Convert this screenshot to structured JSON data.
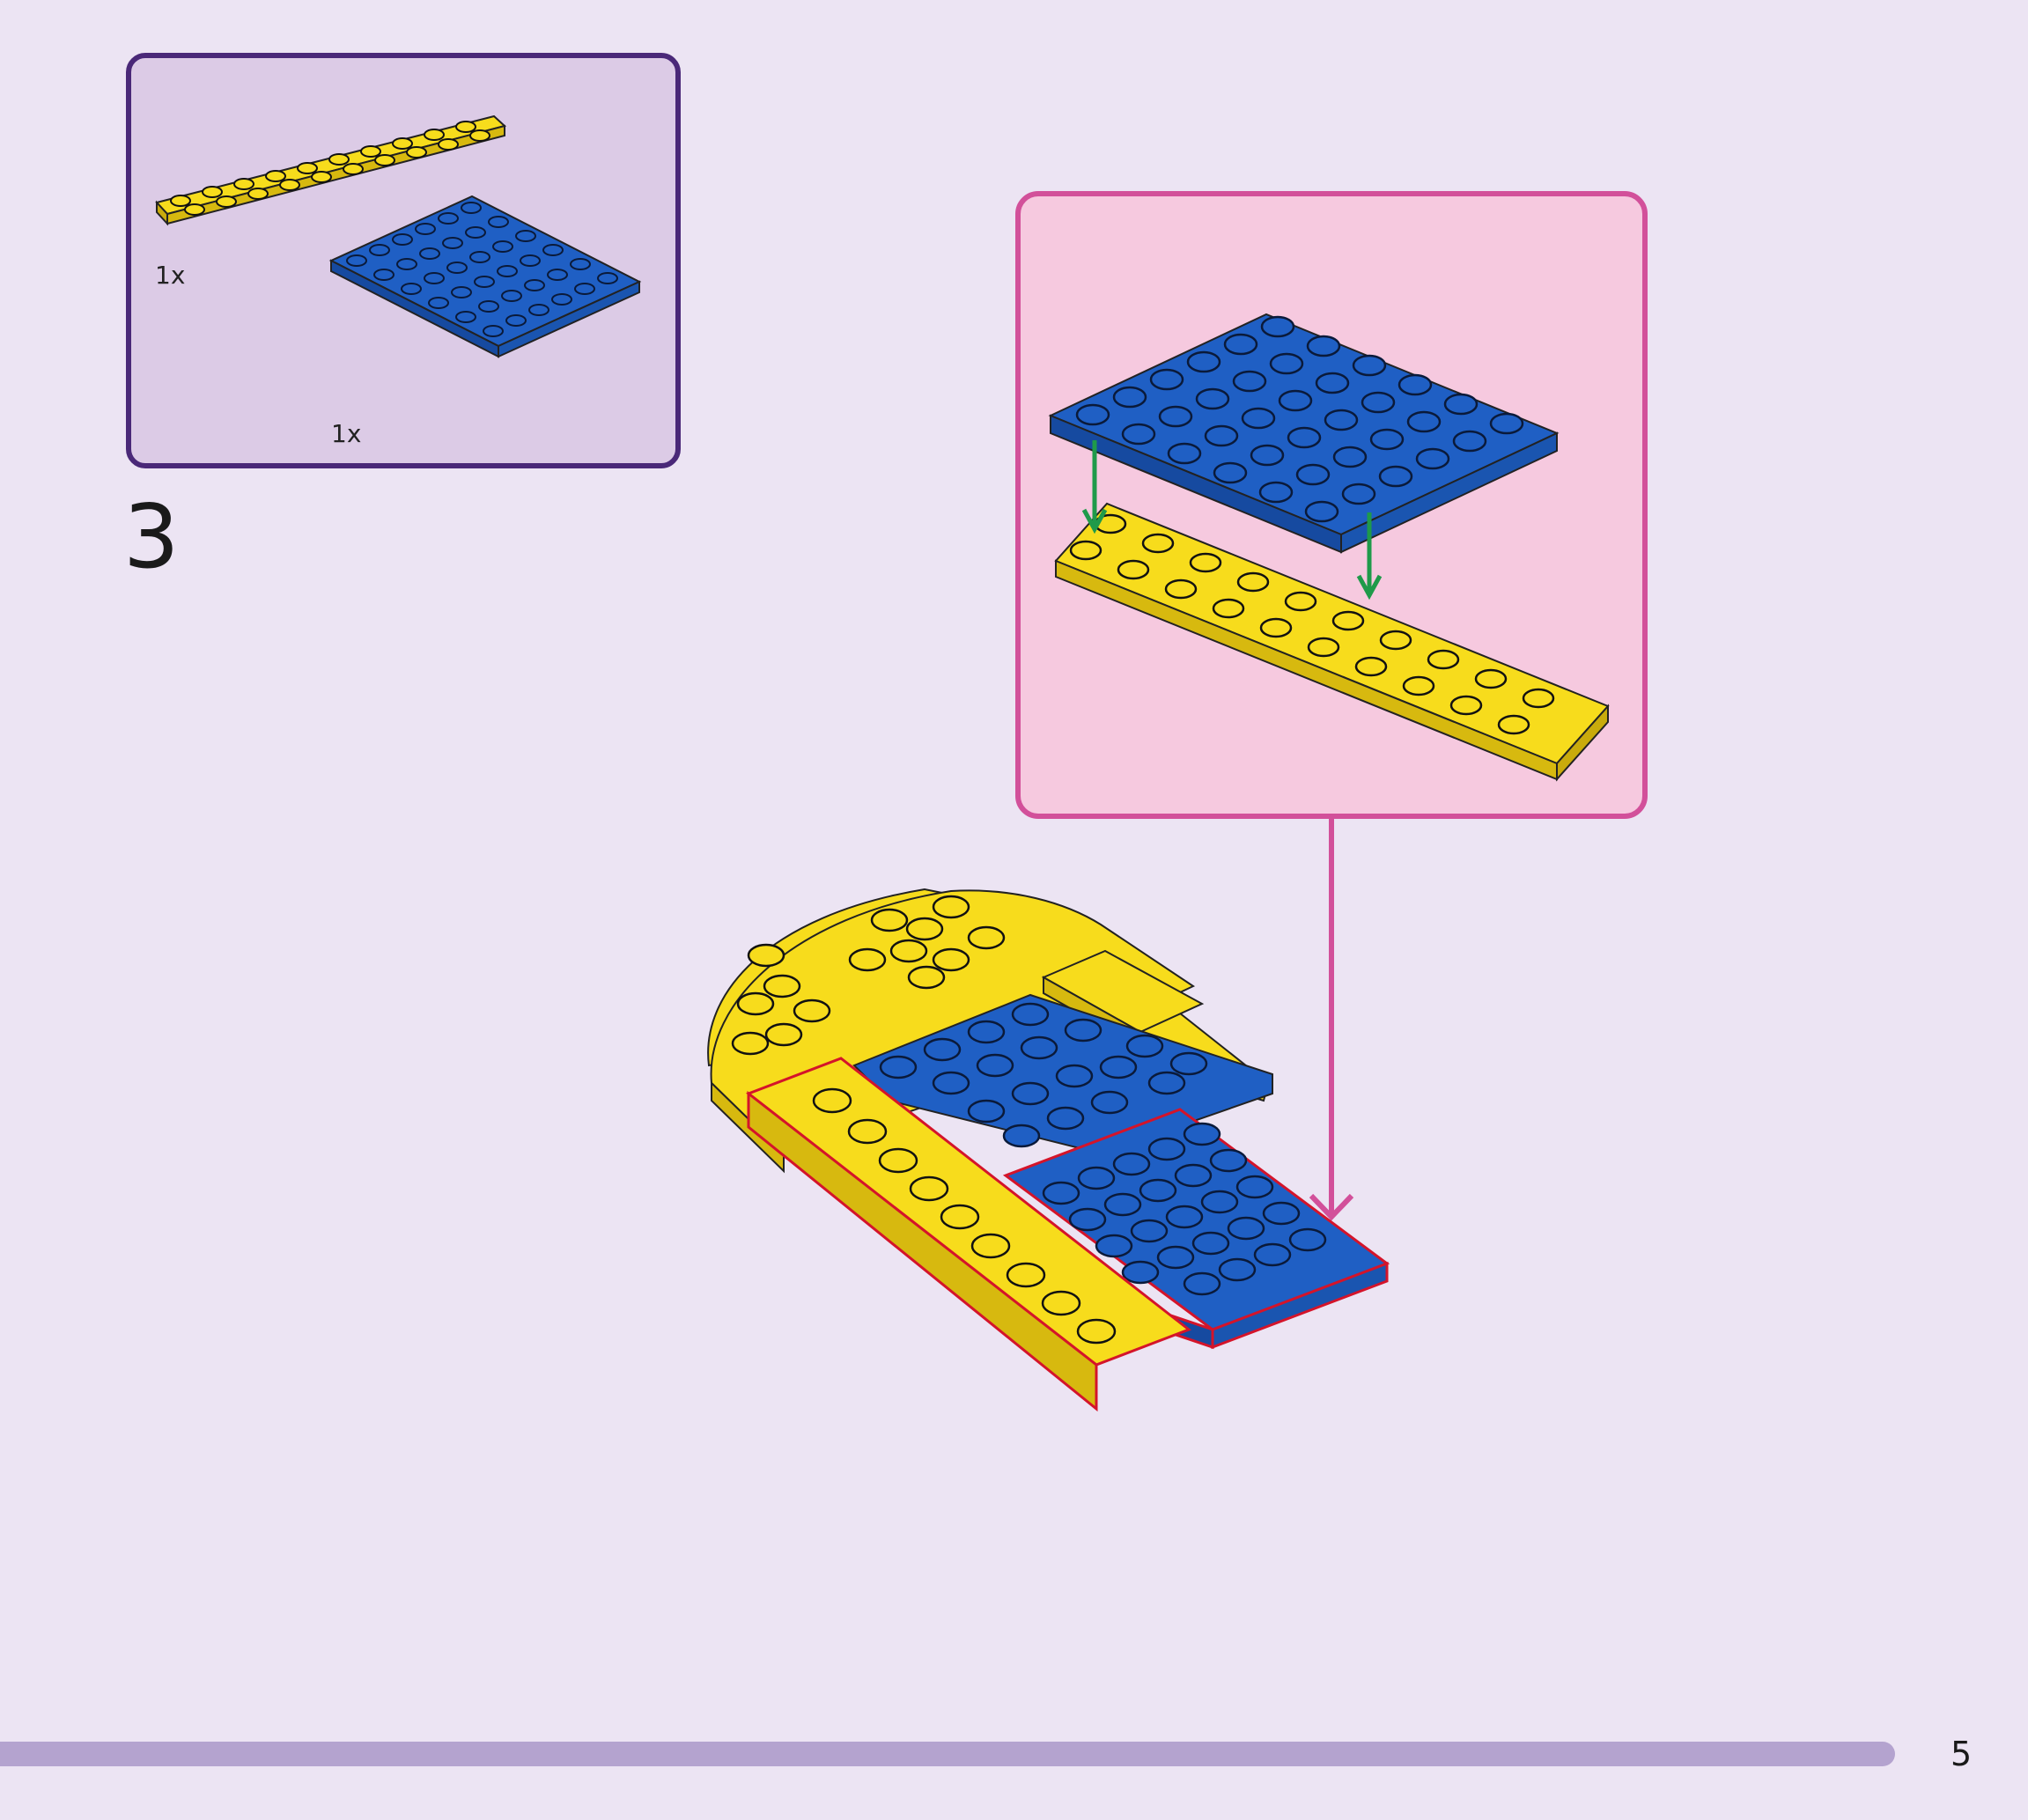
{
  "step": {
    "number": "3"
  },
  "parts_list": {
    "items": [
      {
        "quantity": "1x",
        "part": "yellow-2x10-plate",
        "color": "#f7dc1c"
      },
      {
        "quantity": "1x",
        "part": "blue-6x6-plate",
        "color": "#1f5fc4"
      }
    ]
  },
  "colors": {
    "background": "#ece4f3",
    "parts_box_border": "#4a2878",
    "parts_box_fill": "#dccbe6",
    "callout_border": "#d2509a",
    "callout_fill": "#f6c9df",
    "arrow_green": "#1f9a4a",
    "arrow_pink": "#d2509a",
    "highlight_red": "#d4142a",
    "progress": "#b4a3cf"
  },
  "footer": {
    "page_number": "5"
  }
}
